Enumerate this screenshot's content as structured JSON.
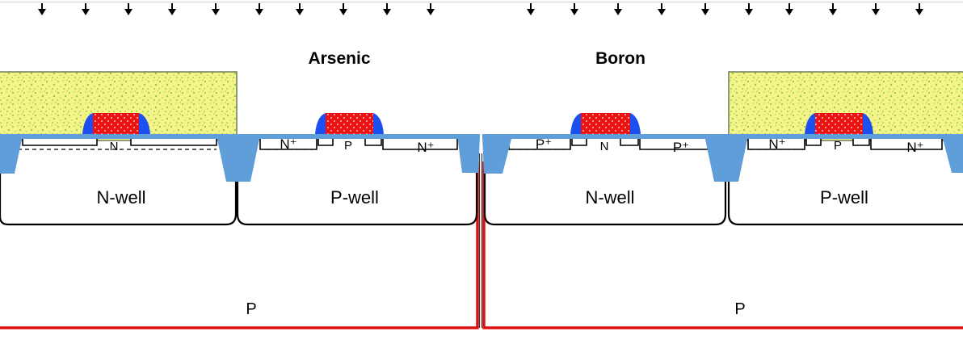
{
  "implants": [
    {
      "species": "Arsenic"
    },
    {
      "species": "Boron"
    }
  ],
  "wells": [
    "N-well",
    "P-well",
    "N-well",
    "P-well"
  ],
  "substrate_label": "P",
  "regions": {
    "n_channel_implant": "N",
    "n_plus": "N⁺",
    "p_channel_implant": "P",
    "p_plus": "P⁺"
  },
  "colors": {
    "photoresist": "#f4f48c",
    "photoresist_speckle": "#9fc83a",
    "gate_poly": "#ee1111",
    "spacer": "#1c4ff0",
    "oxide": "#5f9ed8",
    "substrate_outline": "#e01010"
  }
}
